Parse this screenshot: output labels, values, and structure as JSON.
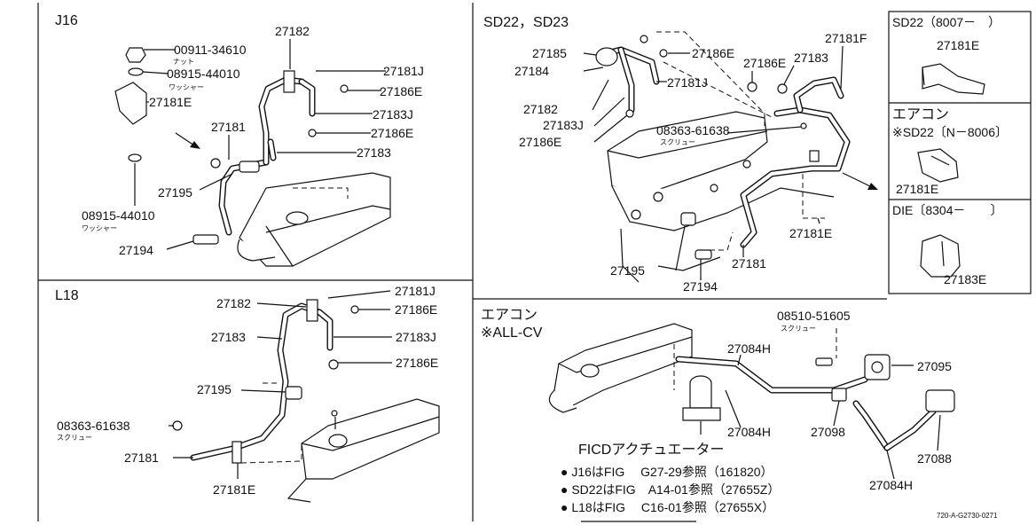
{
  "sections": {
    "j16": {
      "title": "J16",
      "parts": [
        "00911-34610",
        "08915-44010",
        "27181E",
        "27182",
        "27181J",
        "27186E",
        "27183J",
        "27186E",
        "27183",
        "27181",
        "27195",
        "27194"
      ],
      "bottom_part": "08915-44010",
      "notes": [
        "ナット",
        "ワッシャー",
        "ワッシャー"
      ]
    },
    "l18": {
      "title": "L18",
      "parts": [
        "27182",
        "27181J",
        "27186E",
        "27183",
        "27183J",
        "27186E",
        "27195",
        "08363-61638",
        "27181",
        "27181E"
      ],
      "note": "スクリュー"
    },
    "sd": {
      "title": "SD22，SD23",
      "parts": [
        "27185",
        "27184",
        "27182",
        "27183J",
        "27186E",
        "27186E",
        "27186E",
        "27183",
        "27181J",
        "27181F",
        "08363-61638",
        "27181E",
        "27195",
        "27194",
        "27181"
      ],
      "note": "スクリュー"
    },
    "side": {
      "box1_title": "SD22（8007－　）",
      "box1_part": "27181E",
      "box2_title": "エアコン",
      "box2_sub": "※SD22〔N－8006〕",
      "box2_part": "27181E",
      "box3_title": "DIE〔8304－　　〕",
      "box3_part": "27183E"
    },
    "aircon": {
      "title": "エアコン",
      "sub": "※ALL-CV",
      "parts": [
        "08510-51605",
        "27084H",
        "27095",
        "27084H",
        "27098",
        "27088",
        "27084H"
      ],
      "note": "スクリュー",
      "ficd_title": "FICDアクチュエーター",
      "refs": [
        "● J16はFIG　 G27-29参照（161820）",
        "● SD22はFIG　A14-01参照（27655Z）",
        "● L18はFIG　 C16-01参照（27655X）"
      ]
    }
  },
  "footer": "720-A-G2730-0271"
}
